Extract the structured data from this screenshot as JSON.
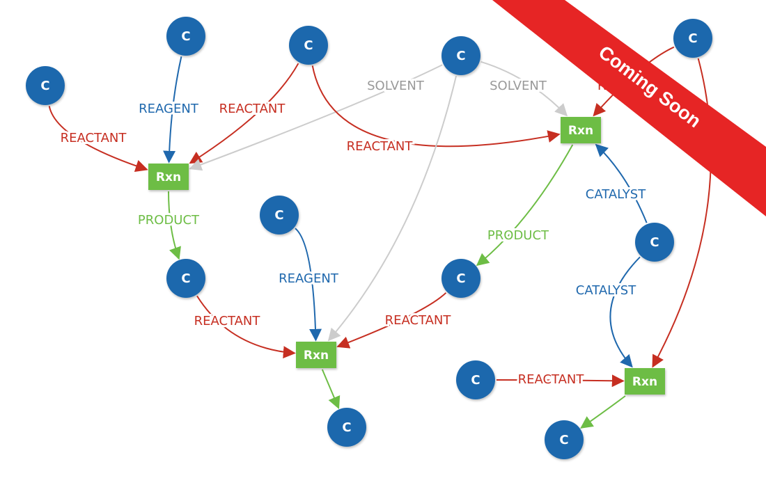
{
  "colors": {
    "compound": "#1f68ad",
    "reaction": "#6dbd45",
    "reactant": "#c62e21",
    "reagent": "#1f68ad",
    "product": "#6dbd45",
    "solvent": "#cccccc",
    "catalyst": "#1f68ad",
    "banner": "#e62525"
  },
  "banner": {
    "text": "Coming Soon"
  },
  "compounds": [
    {
      "id": "c1",
      "label": "C"
    },
    {
      "id": "c2",
      "label": "C"
    },
    {
      "id": "c3",
      "label": "C"
    },
    {
      "id": "c4",
      "label": "C"
    },
    {
      "id": "c5",
      "label": "C"
    },
    {
      "id": "c6",
      "label": "C"
    },
    {
      "id": "c7",
      "label": "C"
    },
    {
      "id": "c8",
      "label": "C"
    },
    {
      "id": "c9",
      "label": "C"
    },
    {
      "id": "c10",
      "label": "C"
    },
    {
      "id": "c11",
      "label": "C"
    },
    {
      "id": "c12",
      "label": "C"
    },
    {
      "id": "c13",
      "label": "C"
    }
  ],
  "reactions": [
    {
      "id": "r1",
      "label": "Rxn"
    },
    {
      "id": "r2",
      "label": "Rxn"
    },
    {
      "id": "r3",
      "label": "Rxn"
    },
    {
      "id": "r4",
      "label": "Rxn"
    }
  ],
  "edges": [
    {
      "id": "e1",
      "from": "c1",
      "to": "r1",
      "type": "reactant",
      "label": "REACTANT"
    },
    {
      "id": "e2",
      "from": "c2",
      "to": "r1",
      "type": "reagent",
      "label": "REAGENT"
    },
    {
      "id": "e3",
      "from": "c3",
      "to": "r1",
      "type": "reactant",
      "label": "REACTANT"
    },
    {
      "id": "e4",
      "from": "c4",
      "to": "r1",
      "type": "solvent",
      "label": "SOLVENT"
    },
    {
      "id": "e5",
      "from": "c3",
      "to": "r2",
      "type": "reactant",
      "label": "REACTANT"
    },
    {
      "id": "e6",
      "from": "c4",
      "to": "r2",
      "type": "solvent",
      "label": "SOLVENT"
    },
    {
      "id": "e7",
      "from": "c5",
      "to": "r2",
      "type": "reactant",
      "label": "RE"
    },
    {
      "id": "e8",
      "from": "r1",
      "to": "c6",
      "type": "product",
      "label": "PRODUCT"
    },
    {
      "id": "e9",
      "from": "c6",
      "to": "r3",
      "type": "reactant",
      "label": "REACTANT"
    },
    {
      "id": "e10",
      "from": "c7",
      "to": "r3",
      "type": "reagent",
      "label": "REAGENT"
    },
    {
      "id": "e11",
      "from": "c4",
      "to": "r3",
      "type": "solvent",
      "label": ""
    },
    {
      "id": "e12",
      "from": "c8",
      "to": "r3",
      "type": "reactant",
      "label": "REACTANT"
    },
    {
      "id": "e13",
      "from": "r3",
      "to": "c9",
      "type": "product",
      "label": ""
    },
    {
      "id": "e14",
      "from": "r2",
      "to": "c8",
      "type": "product",
      "label": "PRODUCT"
    },
    {
      "id": "e15",
      "from": "c10",
      "to": "r2",
      "type": "catalyst",
      "label": "CATALYST"
    },
    {
      "id": "e16",
      "from": "c10",
      "to": "r4",
      "type": "catalyst",
      "label": "CATALYST"
    },
    {
      "id": "e17",
      "from": "c5",
      "to": "r4",
      "type": "reactant",
      "label": ""
    },
    {
      "id": "e18",
      "from": "c11",
      "to": "r4",
      "type": "reactant",
      "label": "REACTANT"
    },
    {
      "id": "e19",
      "from": "r4",
      "to": "c12",
      "type": "product",
      "label": ""
    }
  ]
}
